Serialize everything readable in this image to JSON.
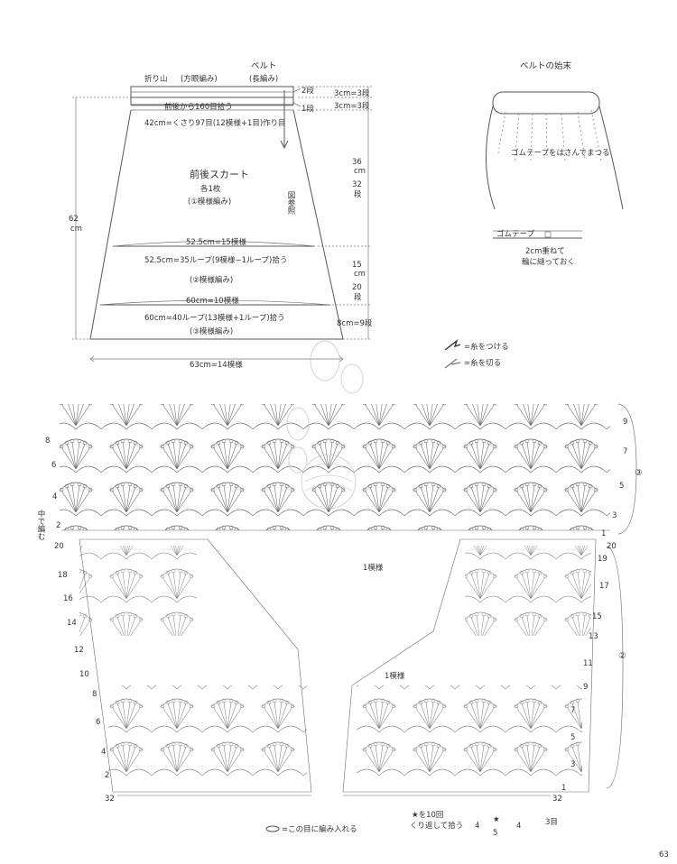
{
  "skirt": {
    "belt_title": "ベルト",
    "orikaeshi": "折り山",
    "hougan": "(方眼編み)",
    "naga": "(長編み)",
    "pick160": "前後から160目拾う",
    "line42": "42cm=くさり97目(12模様+1目)作り目",
    "panel_title": "前後スカート",
    "each": "各1枚",
    "pattern1": "(①模様編み)",
    "zusanshou": "図参照",
    "w525a": "52.5cm=15模様",
    "w525b": "52.5cm=35ループ(9模様−1ループ)拾う",
    "pattern2": "(②模様編み)",
    "w60a": "60cm=10模様",
    "w60b": "60cm=40ループ(13模様+1ループ)拾う",
    "pattern3": "(③模様編み)",
    "bottom": "63cm=14模様",
    "height": "62",
    "height_unit": "cm",
    "r2": "2段",
    "r1": "1段",
    "m1": "3cm=3段",
    "m2": "3cm=3段",
    "m3a": "36",
    "m3b": "cm",
    "m3c": "32",
    "m3d": "段",
    "m4a": "15",
    "m4b": "cm",
    "m4c": "20",
    "m4d": "段",
    "m5": "8cm=9段"
  },
  "belt_end": {
    "title": "ベルトの始末",
    "insert": "ゴムテープをはさんでまつる",
    "gomu": "ゴムテープ",
    "overlap": "2cm重ねて",
    "ring": "輪に縫っておく"
  },
  "legend": {
    "attach": "=糸をつける",
    "cut": "=糸を切る",
    "into_stitch": "=この目に編み入れる"
  },
  "chart": {
    "top_right_rows": [
      "9",
      "7",
      "5",
      "3",
      "1"
    ],
    "top_left_rows": [
      "8",
      "6",
      "4",
      "2"
    ],
    "section3": "③",
    "section2": "②",
    "one_motif_a": "1模様",
    "one_motif_b": "1模様",
    "side_note": "中で編む",
    "left_rows": [
      "20",
      "18",
      "16",
      "14",
      "12",
      "10",
      "8",
      "6",
      "4",
      "2"
    ],
    "right_rows": [
      "19",
      "17",
      "15",
      "13",
      "11",
      "9",
      "7",
      "5",
      "3",
      "1"
    ],
    "right_20": "20",
    "base32_left": "32",
    "base32_right": "32",
    "bottom_star_a": "★を10回",
    "bottom_star_b": "くり返して拾う",
    "star": "★",
    "b4a": "4",
    "b5": "5",
    "b4b": "4",
    "b3": "3目",
    "page": "63"
  }
}
